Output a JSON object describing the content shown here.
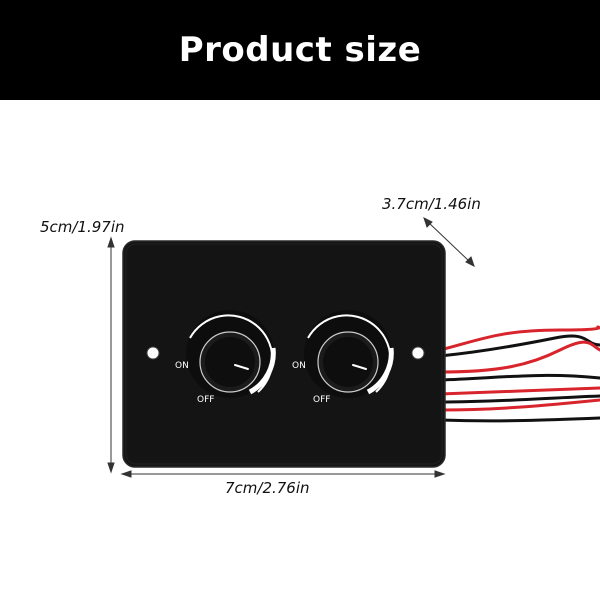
{
  "banner": {
    "title": "Product size"
  },
  "dimensions": {
    "height": "5cm/1.97in",
    "depth": "3.7cm/1.46in",
    "width": "7cm/2.76in"
  },
  "knobs": [
    {
      "on_label": "ON",
      "off_label": "OFF"
    },
    {
      "on_label": "ON",
      "off_label": "OFF"
    }
  ],
  "colors": {
    "banner_bg": "#000000",
    "panel": "#141414",
    "wire_red": "#d8242c",
    "wire_black": "#111111",
    "knob_ring": "#ffffff"
  }
}
